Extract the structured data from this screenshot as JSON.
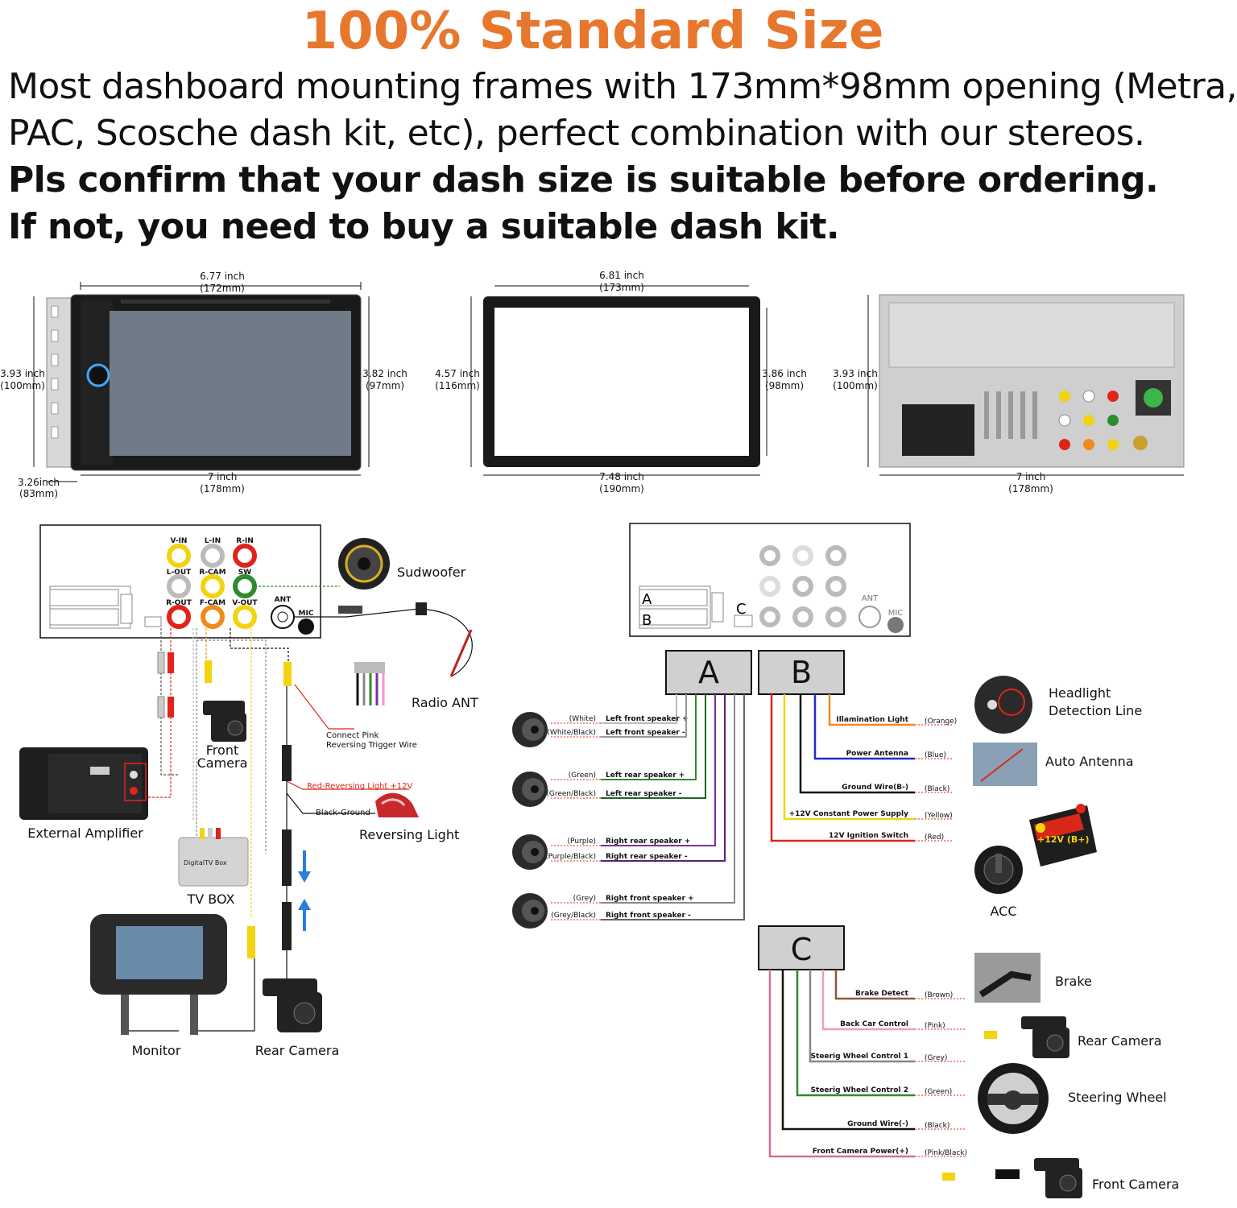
{
  "header": {
    "title": "100% Standard Size",
    "line1": "Most dashboard mounting frames with 173mm*98mm opening (Metra,",
    "line2": "PAC, Scosche dash kit, etc), perfect combination with our stereos.",
    "line3": "Pls confirm that your dash size is suitable before ordering.",
    "line4": "If not, you need to buy a suitable dash kit."
  },
  "dimensions": {
    "stereo_front": {
      "top": "6.77 inch",
      "top_mm": "(172mm)",
      "left": "3.93 inch",
      "left_mm": "(100mm)",
      "right": "3.82 inch",
      "right_mm": "(97mm)",
      "bottom": "7 inch",
      "bottom_mm": "(178mm)",
      "depth": "3.26inch",
      "depth_mm": "(83mm)"
    },
    "frame": {
      "top": "6.81 inch",
      "top_mm": "(173mm)",
      "left": "4.57 inch",
      "left_mm": "(116mm)",
      "right": "3.86 inch",
      "right_mm": "(98mm)",
      "bottom": "7.48 inch",
      "bottom_mm": "(190mm)"
    },
    "stereo_back": {
      "left": "3.93 inch",
      "left_mm": "(100mm)",
      "bottom": "7 inch",
      "bottom_mm": "(178mm)"
    }
  },
  "left_diagram": {
    "ports": [
      "V-IN",
      "L-IN",
      "R-IN",
      "L-OUT",
      "R-CAM",
      "SW",
      "R-OUT",
      "F-CAM",
      "V-OUT",
      "ANT",
      "MIC"
    ],
    "labels": {
      "subwoofer": "Sudwoofer",
      "radio_ant": "Radio ANT",
      "front_camera_1": "Front",
      "front_camera_2": "Camera",
      "connect_pink_1": "Connect Pink",
      "connect_pink_2": "Reversing Trigger Wire",
      "red_reversing": "Red-Reversing Light +12V",
      "black_ground": "Black-Ground",
      "reversing_light": "Reversing Light",
      "external_amplifier": "External Amplifier",
      "tv_box": "TV BOX",
      "tv_box_inner": "DigitalTV Box",
      "monitor": "Monitor",
      "rear_camera": "Rear Camera"
    }
  },
  "right_diagram": {
    "connector_a": "A",
    "connector_b": "B",
    "connector_c": "C",
    "ant": "ANT",
    "mic": "MIC",
    "block_a": {
      "label": "A",
      "wires": [
        {
          "color_name": "(White)",
          "label": "Left front speaker +",
          "hex": "#bbbbbb"
        },
        {
          "color_name": "(White/Black)",
          "label": "Left front speaker -",
          "hex": "#999999"
        },
        {
          "color_name": "(Green)",
          "label": "Left rear speaker +",
          "hex": "#2e8b2e"
        },
        {
          "color_name": "(Green/Black)",
          "label": "Left rear speaker -",
          "hex": "#226622"
        },
        {
          "color_name": "(Purple)",
          "label": "Right rear speaker +",
          "hex": "#7b2fa0"
        },
        {
          "color_name": "(Purple/Black)",
          "label": "Right rear speaker -",
          "hex": "#5a1f78"
        },
        {
          "color_name": "(Grey)",
          "label": "Right front speaker +",
          "hex": "#888888"
        },
        {
          "color_name": "(Grey/Black)",
          "label": "Right front speaker -",
          "hex": "#666666"
        }
      ]
    },
    "block_b": {
      "label": "B",
      "wires": [
        {
          "label": "Illamination Light",
          "color_name": "(Orange)",
          "hex": "#f08a1c"
        },
        {
          "label": "Power Antenna",
          "color_name": "(Blue)",
          "hex": "#1f2fbf"
        },
        {
          "label": "Ground Wire(B-)",
          "color_name": "(Black)",
          "hex": "#111111"
        },
        {
          "label": "+12V Constant Power Supply",
          "color_name": "(Yellow)",
          "hex": "#f2d30f"
        },
        {
          "label": "12V Ignition Switch",
          "color_name": "(Red)",
          "hex": "#e0241b"
        }
      ],
      "devices": {
        "headlight_1": "Headlight",
        "headlight_2": "Detection Line",
        "auto_antenna": "Auto Antenna",
        "battery": "+12V (B+)",
        "acc": "ACC"
      }
    },
    "block_c": {
      "label": "C",
      "wires": [
        {
          "label": "Brake Detect",
          "color_name": "(Brown)",
          "hex": "#8a5a3a"
        },
        {
          "label": "Back Car Control",
          "color_name": "(Pink)",
          "hex": "#f09ac8"
        },
        {
          "label": "Steerig Wheel Control 1",
          "color_name": "(Grey)",
          "hex": "#888888"
        },
        {
          "label": "Steerig Wheel Control 2",
          "color_name": "(Green)",
          "hex": "#2e8b2e"
        },
        {
          "label": "Ground Wire(-)",
          "color_name": "(Black)",
          "hex": "#111111"
        },
        {
          "label": "Front Camera Power(+)",
          "color_name": "(Pink/Black)",
          "hex": "#d070a0"
        }
      ],
      "devices": {
        "brake": "Brake",
        "rear_camera": "Rear Camera",
        "steering_wheel": "Steering Wheel",
        "front_camera": "Front Camera"
      }
    }
  }
}
